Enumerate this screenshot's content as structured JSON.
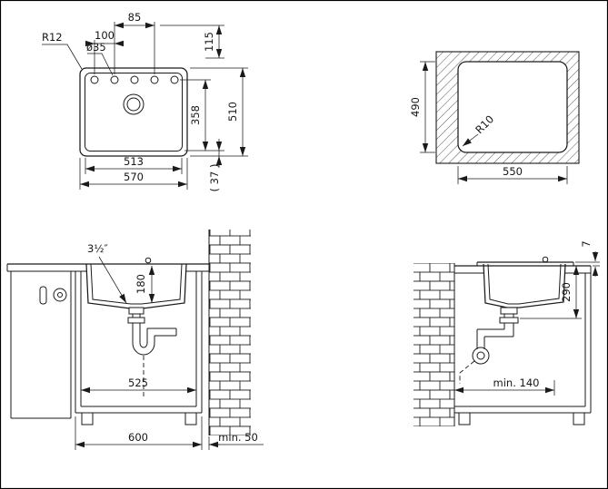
{
  "style": {
    "line_color": "#1a1a1a",
    "background": "#ffffff"
  },
  "drawing": {
    "top_view": {
      "r12": "R12",
      "dia35": "ø35",
      "d85": "85",
      "d100": "100",
      "d115": "115",
      "d358": "358",
      "d510": "510",
      "d513": "513",
      "d570": "570",
      "d37": "( 37 )"
    },
    "cutout_view": {
      "d490": "490",
      "r10": "R10",
      "d550": "550"
    },
    "front_view": {
      "drain_size": "3½″",
      "d180": "180",
      "d525": "525",
      "d600": "600",
      "min50": "min. 50"
    },
    "side_view": {
      "d7": "7",
      "d290": "290",
      "min140": "min. 140"
    }
  }
}
